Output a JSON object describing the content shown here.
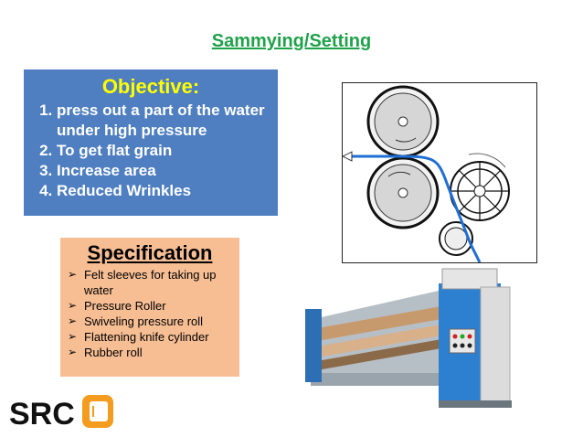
{
  "slide": {
    "title": "Sammying/Setting"
  },
  "objective": {
    "heading": "Objective:",
    "items": [
      "press out a part of the water under high pressure",
      "To get flat grain",
      "Increase area",
      "Reduced Wrinkles"
    ]
  },
  "specification": {
    "heading": "Specification",
    "items": [
      "Felt sleeves for taking up water",
      "Pressure Roller",
      "Swiveling pressure roll",
      "Flattening knife cylinder",
      "Rubber roll"
    ]
  },
  "logo": {
    "text": "SRC"
  },
  "colors": {
    "title": "#1fa24a",
    "objective_bg": "#4f7fc1",
    "objective_heading": "#ffff00",
    "spec_bg": "#f7be94",
    "leather_path": "#1f6fd6",
    "logo_orange": "#f39c1f"
  }
}
